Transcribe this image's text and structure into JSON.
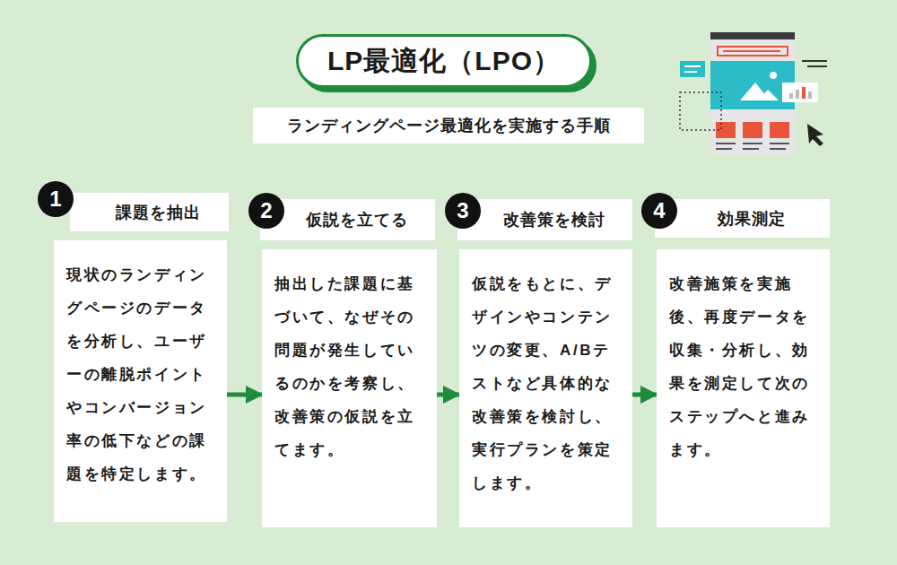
{
  "diagram": {
    "title": "LP最適化（LPO）",
    "nodes": [
      {
        "text": [
          "LP最適化（LPO）"
        ]
      },
      {
        "text": [
          "ランディングページ最適化を実施する手順"
        ]
      },
      {
        "text": [
          "1"
        ]
      },
      {
        "text": [
          "課題を抽出"
        ]
      },
      {
        "text": [
          "現状のランディングページのデータを分析し、ユーザーの離脱ポイントやコンバージョン率の低下などの課題を特定します。"
        ]
      },
      {
        "text": [
          "2"
        ]
      },
      {
        "text": [
          "仮説を立てる"
        ]
      },
      {
        "text": [
          "抽出した課題に基づいて、なぜその問題が発生しているのかを考察し、改善策の仮説を立てます。"
        ]
      },
      {
        "text": [
          "3"
        ]
      },
      {
        "text": [
          "改善策を検討"
        ]
      },
      {
        "text": [
          "仮説をもとに、デザインやコンテンツの変更、A/Bテストなど具体的な改善策を検討し、実行プランを策定します。"
        ]
      },
      {
        "text": [
          "4"
        ]
      },
      {
        "text": [
          "効果測定"
        ]
      },
      {
        "text": [
          "改善施策を実施後、再度データを収集・分析し、効果を測定して次のステップへと進みます。"
        ]
      }
    ],
    "edges": [
      {
        "from": 4,
        "to": 7,
        "arrow": "to"
      },
      {
        "from": 7,
        "to": 10,
        "arrow": "to"
      },
      {
        "from": 10,
        "to": 13,
        "arrow": "to"
      }
    ]
  }
}
